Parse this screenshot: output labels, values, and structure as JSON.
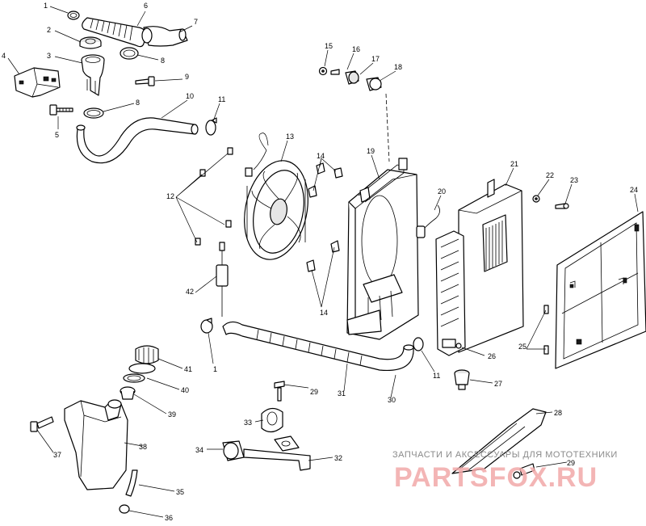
{
  "diagram": {
    "callouts": [
      "1",
      "6",
      "7",
      "2",
      "8",
      "3",
      "4",
      "9",
      "5",
      "8",
      "10",
      "11",
      "15",
      "16",
      "17",
      "18",
      "13",
      "12",
      "14",
      "19",
      "20",
      "21",
      "22",
      "23",
      "24",
      "42",
      "14",
      "1",
      "26",
      "25",
      "31",
      "11",
      "27",
      "29",
      "41",
      "40",
      "39",
      "30",
      "28",
      "33",
      "34",
      "32",
      "37",
      "38",
      "35",
      "36",
      "29"
    ]
  },
  "watermark": {
    "caption": "ЗАПЧАСТИ И АКСЕССУАРЫ ДЛЯ МОТОТЕХНИКИ",
    "brand": "PARTSFOX.RU"
  }
}
